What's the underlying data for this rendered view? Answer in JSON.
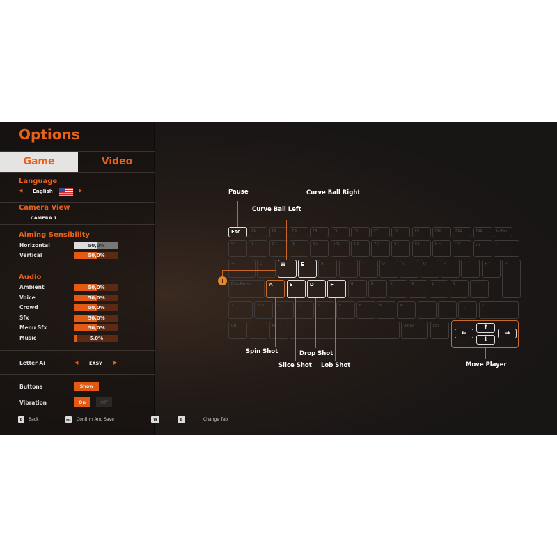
{
  "options": {
    "title": "Options",
    "tabs": [
      "Game",
      "Video"
    ],
    "language": {
      "label": "Language",
      "value": "English"
    },
    "camera": {
      "label": "Camera View",
      "value": "CAMERA 1"
    },
    "aiming": {
      "label": "Aiming Sensibility",
      "rows": [
        {
          "label": "Horizontal",
          "value": "50,0%",
          "percent": 50
        },
        {
          "label": "Vertical",
          "value": "50,0%",
          "percent": 50
        }
      ]
    },
    "audio": {
      "label": "Audio",
      "rows": [
        {
          "label": "Ambient",
          "value": "50,0%",
          "percent": 50
        },
        {
          "label": "Voice",
          "value": "50,0%",
          "percent": 50
        },
        {
          "label": "Crowd",
          "value": "50,0%",
          "percent": 50
        },
        {
          "label": "Sfx",
          "value": "50,0%",
          "percent": 50
        },
        {
          "label": "Menu Sfx",
          "value": "50,0%",
          "percent": 50
        },
        {
          "label": "Music",
          "value": "5,0%",
          "percent": 5
        }
      ]
    },
    "letter_ai": {
      "label": "Letter Ai",
      "value": "EASY"
    },
    "buttons": {
      "label": "Buttons",
      "value": "Show"
    },
    "vibration": {
      "label": "Vibration",
      "on": "On",
      "off": "Off"
    }
  },
  "hints": {
    "back_key": "B",
    "back": "Back",
    "confirm_key": "ESC",
    "confirm": "Confirm And Save",
    "w": "W",
    "e": "E",
    "change_tab": "Change Tab"
  },
  "keyboard": {
    "rows": [
      [
        "Esc",
        "F1",
        "F2",
        "F3",
        "F4",
        "F5",
        "F6",
        "F7",
        "F8",
        "F9",
        "F10",
        "F11",
        "F12",
        "ImPan"
      ],
      [
        "º ª",
        "1 !",
        "2 \"",
        "3 ·",
        "4 $",
        "5 %",
        "6 &",
        "7 /",
        "8 (",
        "9 )",
        "0 =",
        "' ?",
        "¡ ¿",
        "⟵"
      ],
      [
        "⇥",
        "Q",
        "W",
        "E",
        "R",
        "T",
        "Y",
        "U",
        "I",
        "O",
        "P",
        "^ `",
        "+ *",
        "↵"
      ],
      [
        "Bloq Mayús",
        "A",
        "S",
        "D",
        "F",
        "G",
        "H",
        "J",
        "K",
        "L",
        "Ñ",
        "´ ¨"
      ],
      [
        "⇧",
        "< >",
        "Z",
        "X",
        "C",
        "V",
        "B",
        "N",
        "M",
        ", ;",
        ". :",
        "- _",
        "⇧"
      ],
      [
        "Ctrl",
        "",
        "Alt",
        "",
        "Alt Gr",
        "Ctrl"
      ]
    ],
    "arrows": {
      "up": "↑",
      "left": "←",
      "down": "↓",
      "right": "→"
    }
  },
  "bindings": {
    "pause": "Pause",
    "curve_left": "Curve Ball Left",
    "curve_right": "Curve Ball Right",
    "spin": "Spin Shot",
    "slice": "Slice Shot",
    "drop": "Drop Shot",
    "lob": "Lob Shot",
    "move": "Move Player"
  },
  "colors": {
    "accent": "#e8611a"
  }
}
